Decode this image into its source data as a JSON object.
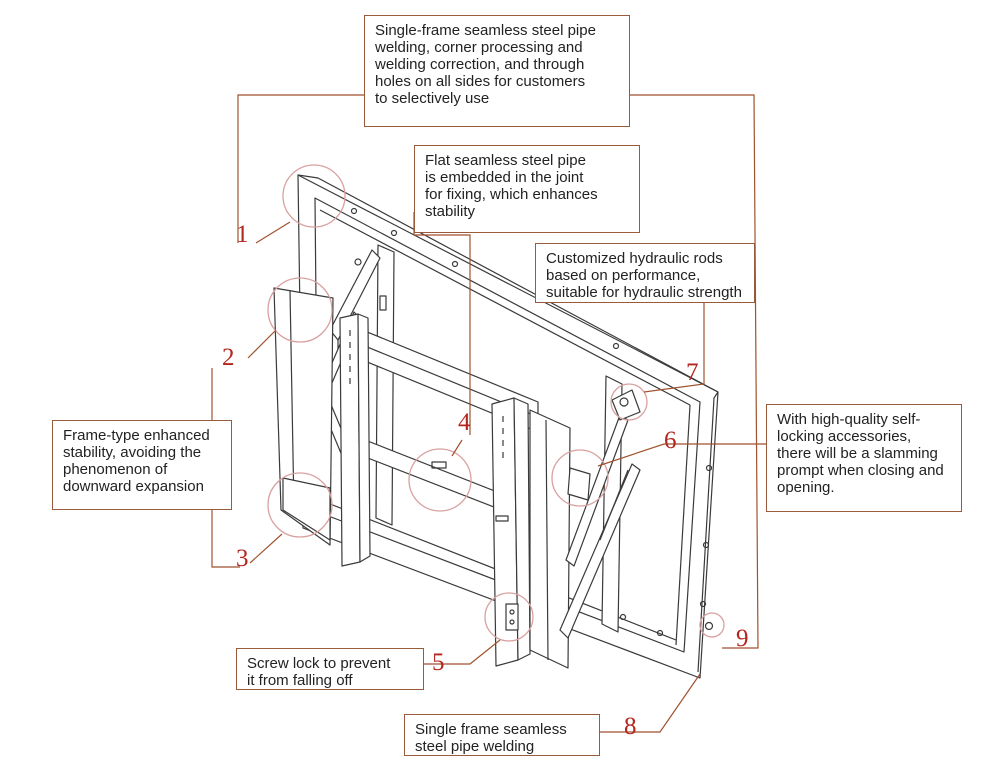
{
  "callouts": {
    "top": "Single-frame seamless steel pipe\nwelding, corner processing and\nwelding correction, and through\nholes on all sides for customers\nto selectively use",
    "flat_pipe": "Flat seamless steel pipe\nis embedded in the joint\nfor fixing, which enhances\nstability",
    "hydraulic": "Customized hydraulic rods\nbased on performance,\nsuitable for hydraulic strength",
    "frame_type": "Frame-type enhanced\nstability, avoiding the\nphenomenon of\ndownward expansion",
    "self_locking": "With high-quality self-\nlocking accessories,\nthere will be a slamming\nprompt when closing and\nopening.",
    "screw_lock": "Screw lock to prevent\nit from falling off",
    "single_frame": "Single frame seamless\nsteel pipe welding"
  },
  "numbers": [
    "1",
    "2",
    "3",
    "4",
    "5",
    "6",
    "7",
    "8",
    "9"
  ],
  "colors": {
    "leader": "#a0522d",
    "number": "#b3261e",
    "circle": "#d9a0a0",
    "drawing": "#3a3a3a"
  }
}
